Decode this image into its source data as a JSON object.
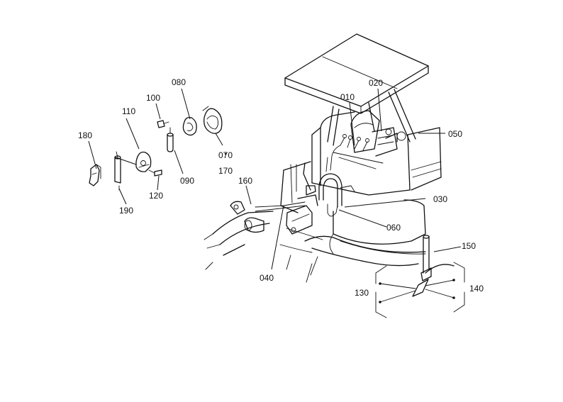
{
  "colors": {
    "ink": "#111111",
    "paper": "#ffffff"
  },
  "callouts": {
    "p010": "010",
    "p020": "020",
    "p030": "030",
    "p040": "040",
    "p050": "050",
    "p060": "060",
    "p070": "070",
    "p080": "080",
    "p090": "090",
    "p100": "100",
    "p110": "110",
    "p120": "120",
    "p130": "130",
    "p140": "140",
    "p150": "150",
    "p160": "160",
    "p170": "170",
    "p180": "180",
    "p190": "190"
  }
}
